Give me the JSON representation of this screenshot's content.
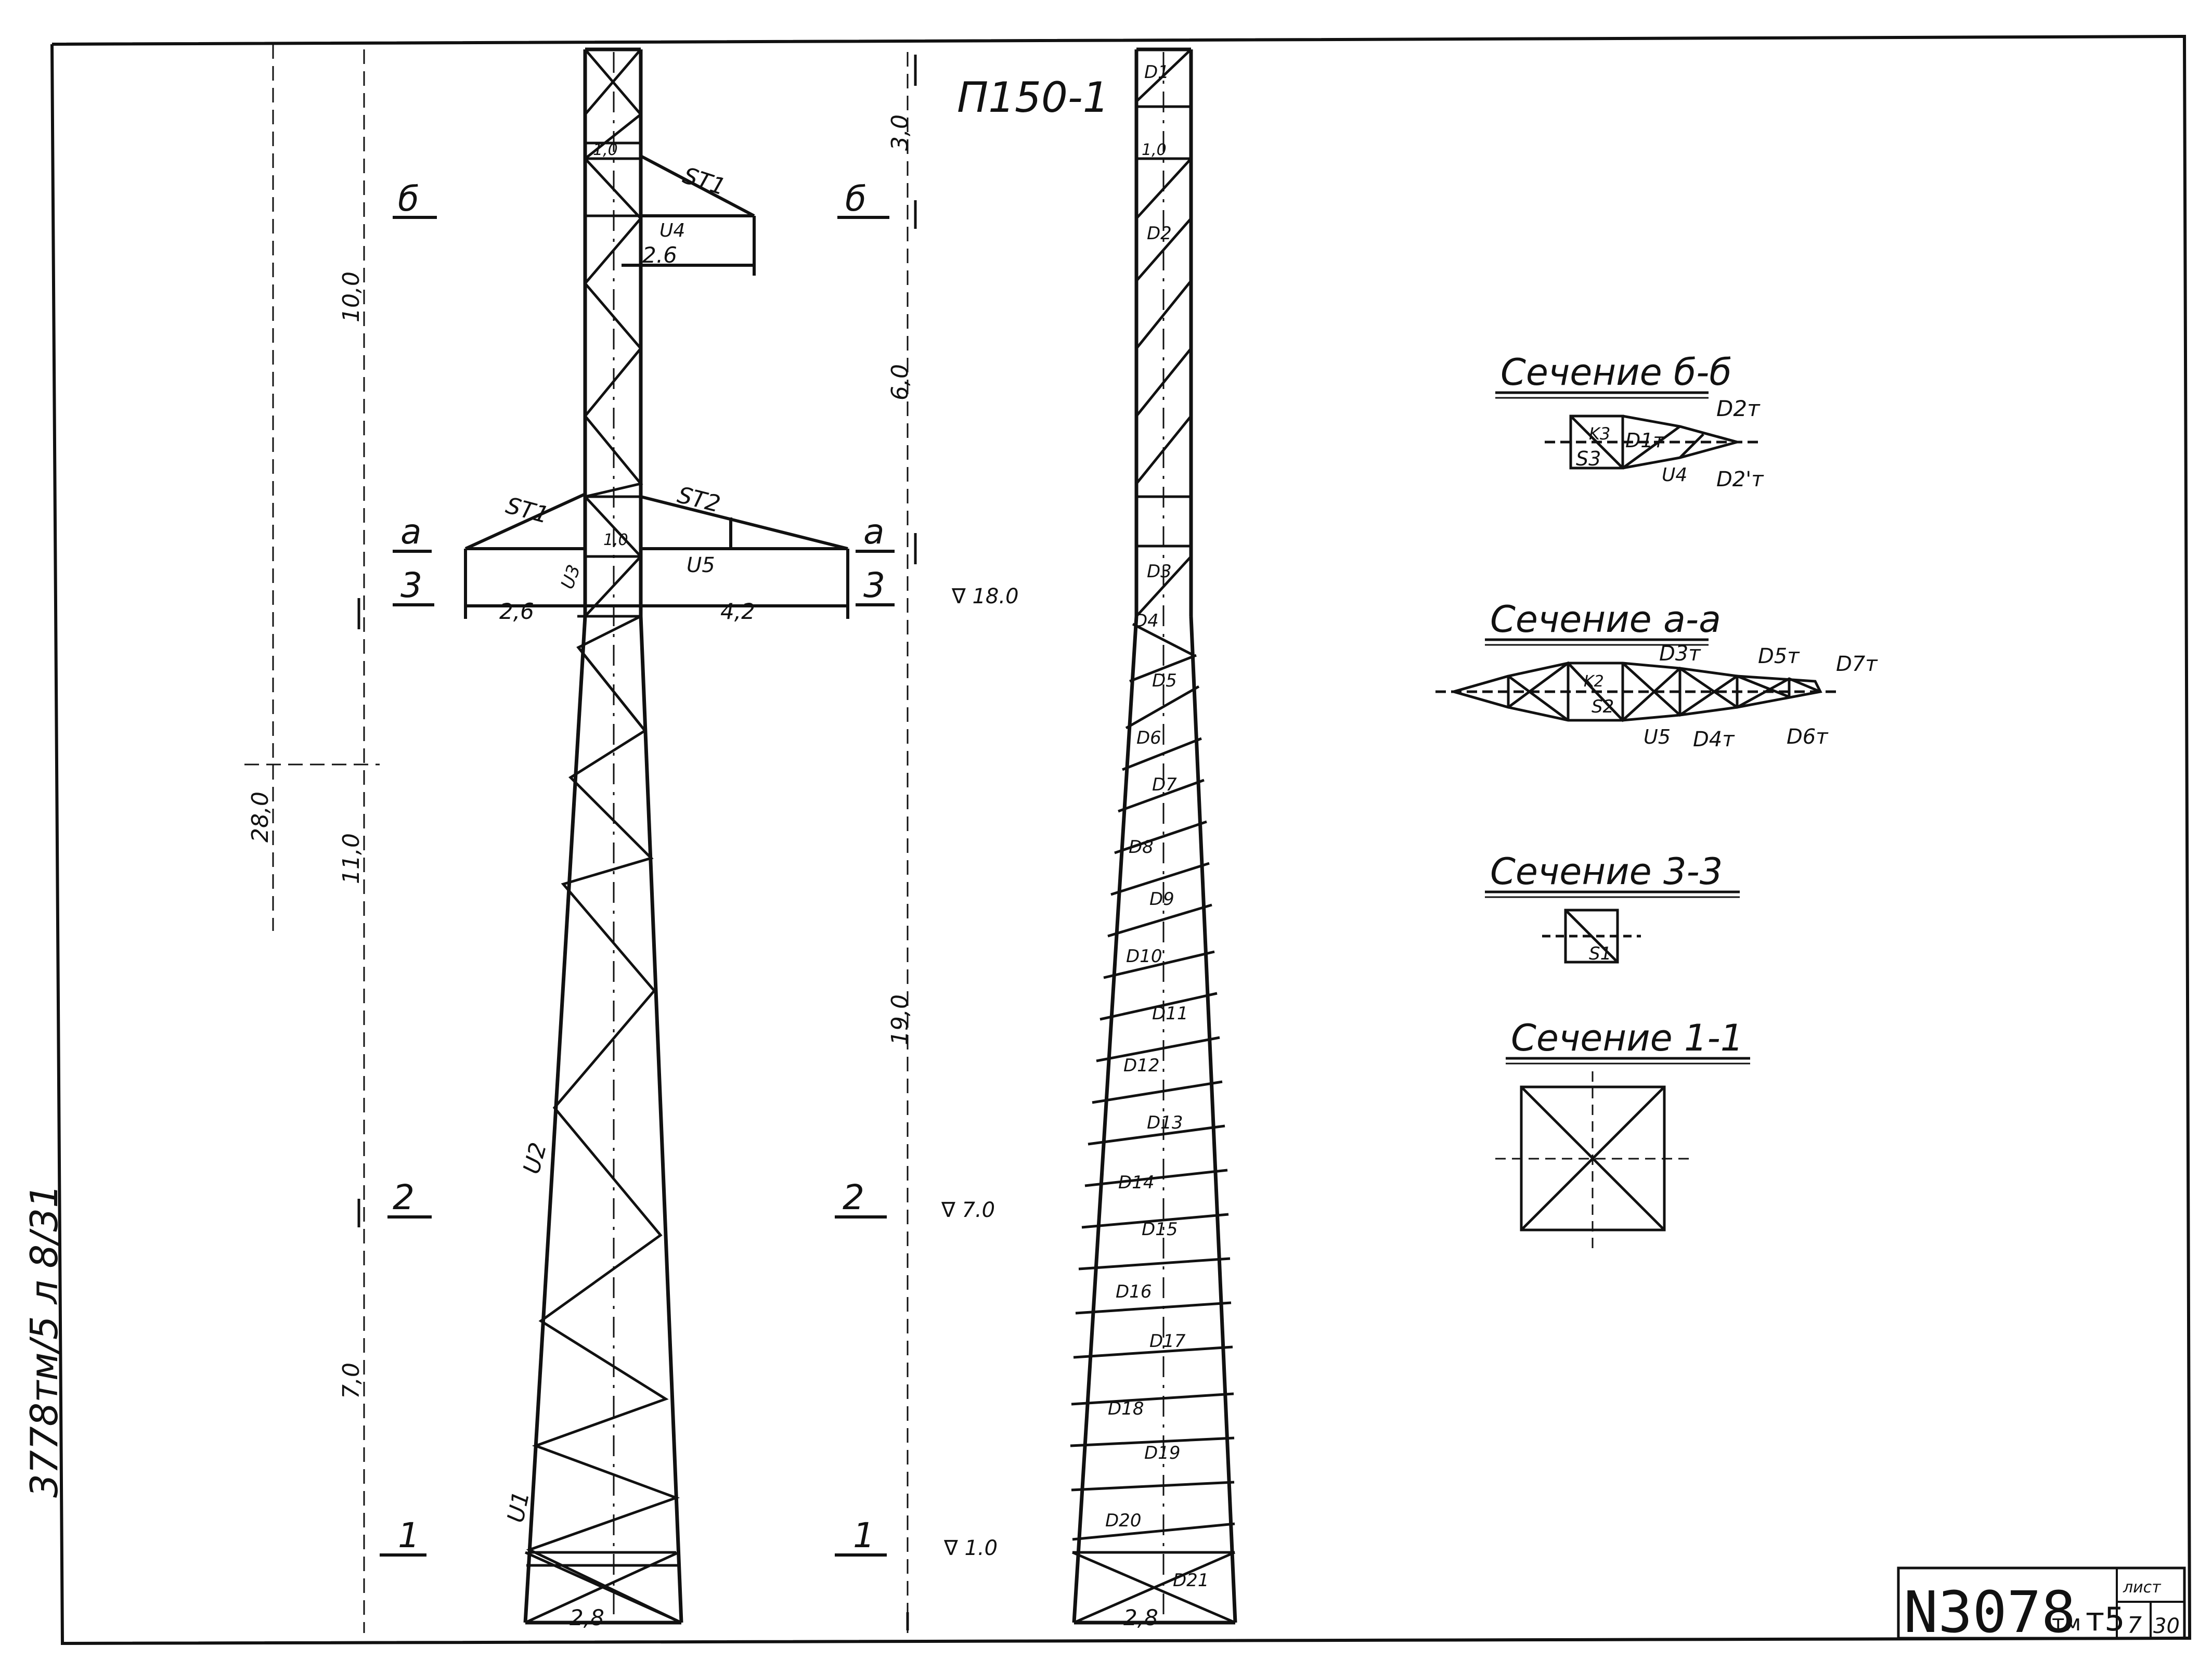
{
  "title": "П150-1",
  "side_note": "3778тм/5 л 8/31",
  "stamp": {
    "doc_number": "N3078",
    "series": "тм",
    "volume": "т5",
    "sheet_label": "лист",
    "sheet": "7",
    "sheets": "30"
  },
  "section_marks": {
    "b": "б",
    "a": "а",
    "s3": "3",
    "s2": "2",
    "s1": "1"
  },
  "elevations": {
    "e18": "∇ 18.0",
    "e7": "∇ 7.0",
    "e1": "∇ 1.0"
  },
  "dimensions": {
    "left_upper": "10,0",
    "left_total": "28,0",
    "left_mid": "11,0",
    "left_low": "7,0",
    "right_top": "3,0",
    "right_mid": "6,0",
    "right_low": "19,0",
    "arm_b": "2.6",
    "arm_a_left": "2,6",
    "arm_a_right": "4,2",
    "base_left": "2,8",
    "base_right": "2,8",
    "panel_b": "1,0",
    "panel_a": "1,0",
    "panel_right_top": "1,0"
  },
  "member_labels": {
    "st1_upper": "ST1",
    "st1_left": "ST1",
    "st2": "ST2",
    "u4": "U4",
    "u5": "U5",
    "u3": "U3",
    "u2": "U2",
    "u1": "U1"
  },
  "diagonals": [
    "D1",
    "D2",
    "D3",
    "D4",
    "D5",
    "D6",
    "D7",
    "D8",
    "D9",
    "D10",
    "D11",
    "D12",
    "D13",
    "D14",
    "D15",
    "D16",
    "D17",
    "D18",
    "D19",
    "D20",
    "D21"
  ],
  "sections": {
    "bb": {
      "title": "Сечение б-б",
      "labels": [
        "D2т",
        "K3",
        "S3",
        "D1т",
        "U4",
        "D2'т"
      ]
    },
    "aa": {
      "title": "Сечение а-а",
      "labels": [
        "D3т",
        "D5т",
        "D7т",
        "K2",
        "S2",
        "U5",
        "D4т",
        "D6т"
      ]
    },
    "s33": {
      "title": "Сечение 3-3",
      "labels": [
        "S1"
      ]
    },
    "s11": {
      "title": "Сечение 1-1",
      "labels": []
    }
  }
}
